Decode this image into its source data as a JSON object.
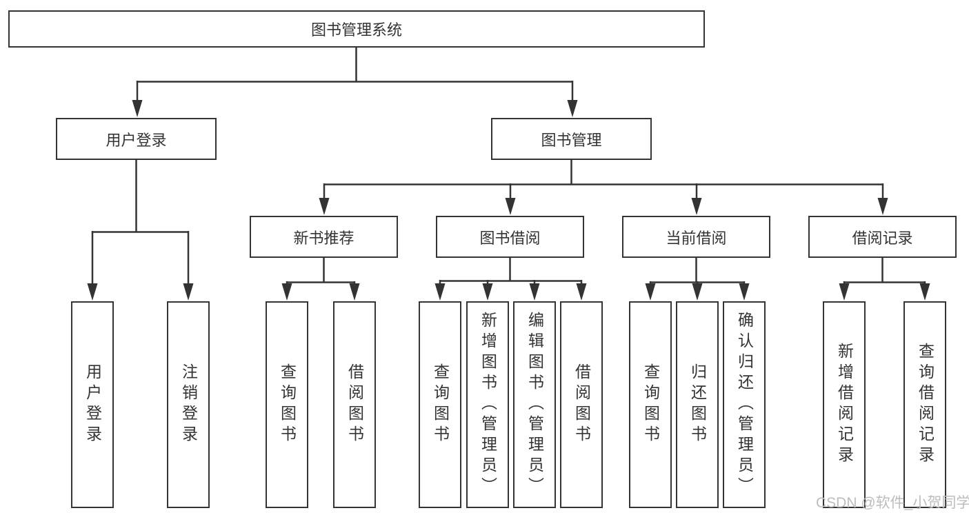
{
  "diagram": {
    "title": "图书管理系统",
    "watermark": "CSDN @软件_小贺同学",
    "colors": {
      "line": "#333333",
      "box_border": "#333333",
      "box_background": "#ffffff",
      "text": "#333333",
      "watermark_text": "#bdbdbd"
    },
    "nodes": {
      "root": "图书管理系统",
      "user_login": "用户登录",
      "book_management": "图书管理",
      "new_book_recommend": "新书推荐",
      "book_borrow": "图书借阅",
      "current_borrow": "当前借阅",
      "borrow_records": "借阅记录",
      "leaf_user_login": "用户登录",
      "leaf_logout": "注销登录",
      "leaf_nb_query_books": "查询图书",
      "leaf_nb_borrow_books": "借阅图书",
      "leaf_bb_query_books": "查询图书",
      "leaf_bb_add_books": "新增图书（管理员）",
      "leaf_bb_edit_books": "编辑图书（管理员）",
      "leaf_bb_borrow_books": "借阅图书",
      "leaf_cb_query_books": "查询图书",
      "leaf_cb_return_books": "归还图书",
      "leaf_cb_confirm_return": "确认归还（管理员）",
      "leaf_br_add_record": "新增借阅记录",
      "leaf_br_query_record": "查询借阅记录"
    }
  }
}
